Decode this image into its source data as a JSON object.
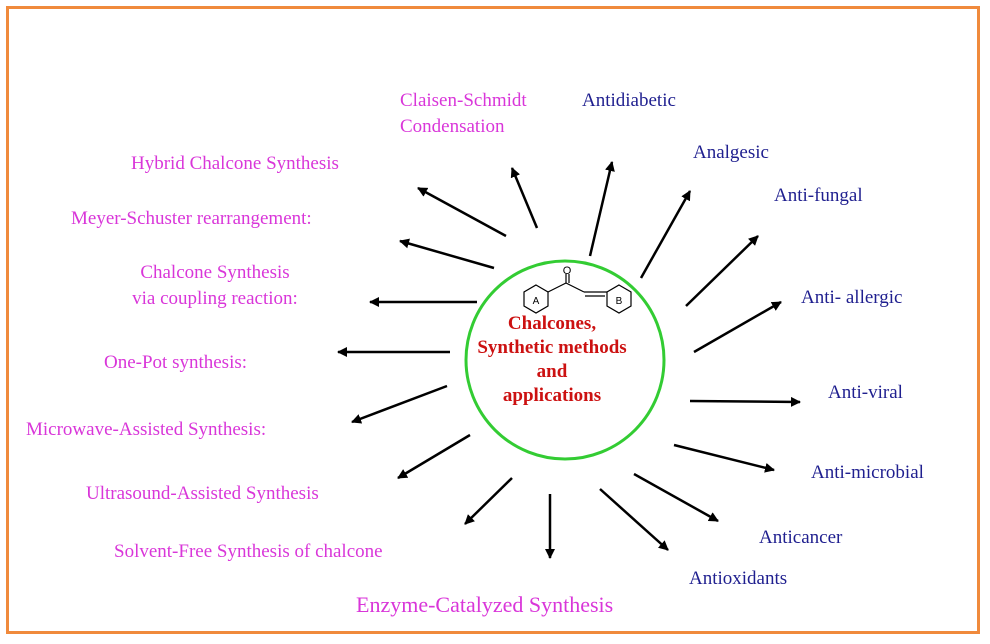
{
  "center": {
    "line1": "Chalcones,",
    "line2": "Synthetic methods",
    "line3": "and",
    "line4": "applications",
    "ring_a": "A",
    "ring_b": "B",
    "oxygen": "O"
  },
  "methods": {
    "claisen_line1": "Claisen-Schmidt",
    "claisen_line2": "Condensation",
    "hybrid": "Hybrid Chalcone Synthesis",
    "meyer": "Meyer-Schuster rearrangement:",
    "coupling_line1": "Chalcone Synthesis",
    "coupling_line2": "via coupling reaction:",
    "one_pot": "One-Pot synthesis:",
    "microwave": "Microwave-Assisted Synthesis:",
    "ultrasound": "Ultrasound-Assisted Synthesis",
    "solvent_free": "Solvent-Free Synthesis of chalcone",
    "enzyme": "Enzyme-Catalyzed Synthesis"
  },
  "applications": {
    "antidiabetic": "Antidiabetic",
    "analgesic": "Analgesic",
    "antifungal": "Anti-fungal",
    "antiallergic": "Anti- allergic",
    "antiviral": "Anti-viral",
    "antimicrobial": "Anti-microbial",
    "anticancer": "Anticancer",
    "antioxidants": "Antioxidants"
  },
  "colors": {
    "border": "#f08a3c",
    "methods_text": "#d936d9",
    "applications_text": "#1f1f8f",
    "center_text": "#cc1111",
    "circle": "#33cc33",
    "arrows": "#000000"
  }
}
